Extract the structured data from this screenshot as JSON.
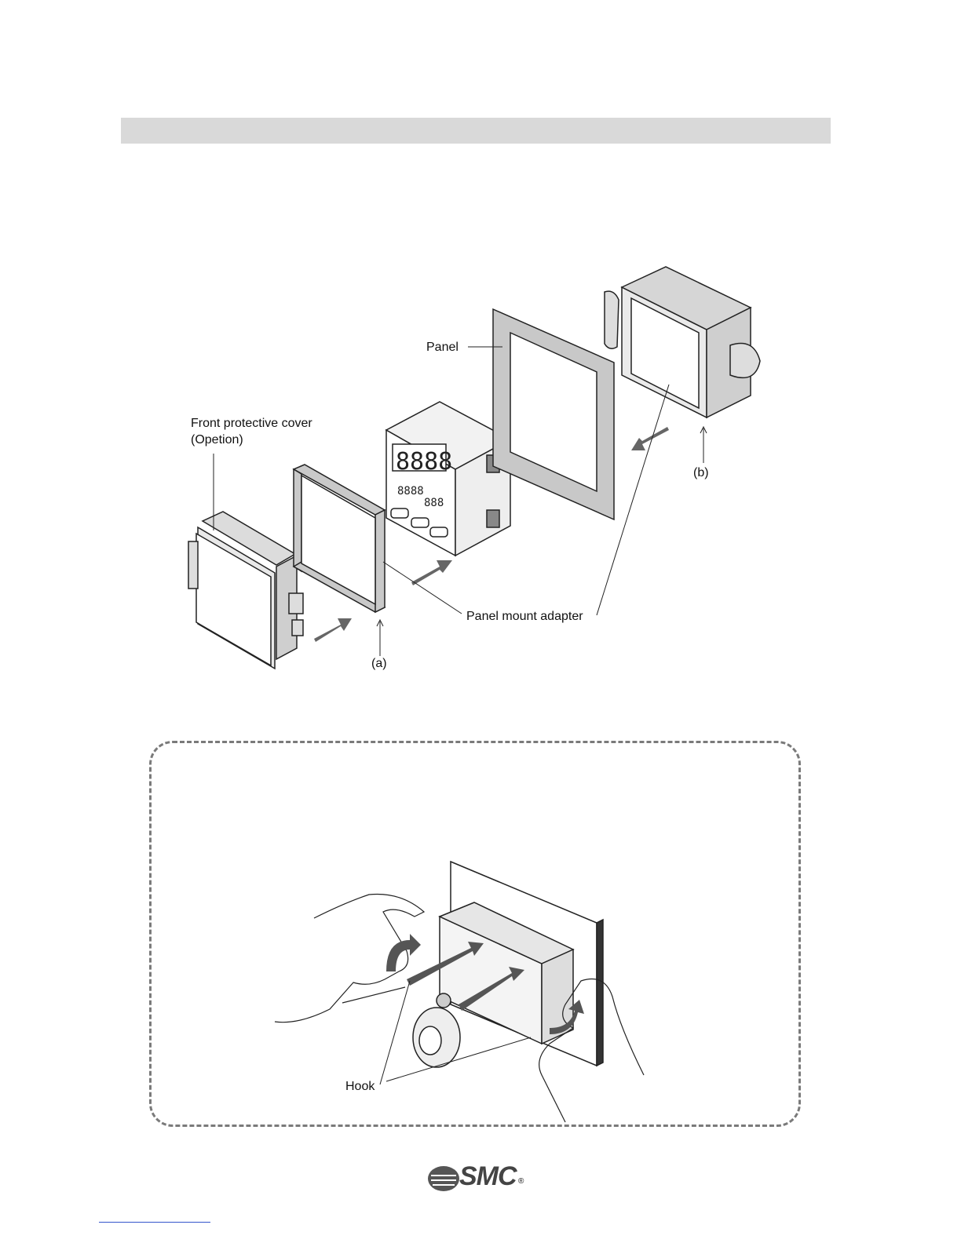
{
  "figure1": {
    "labels": {
      "panel": "Panel",
      "front_cover_line1": "Front protective cover",
      "front_cover_line2": "(Opetion)",
      "panel_mount_adapter": "Panel mount adapter",
      "a": "(a)",
      "b": "(b)"
    }
  },
  "figure2": {
    "labels": {
      "hook": "Hook"
    }
  },
  "footer": {
    "logo_text": "SMC",
    "logo_mark": "®"
  },
  "colors": {
    "header_bar": "#d9d9d9",
    "panel_fill": "#c8c8c8",
    "dashed_border": "#7a7a7a",
    "arrow": "#666666",
    "footer_line": "#3355cc"
  }
}
